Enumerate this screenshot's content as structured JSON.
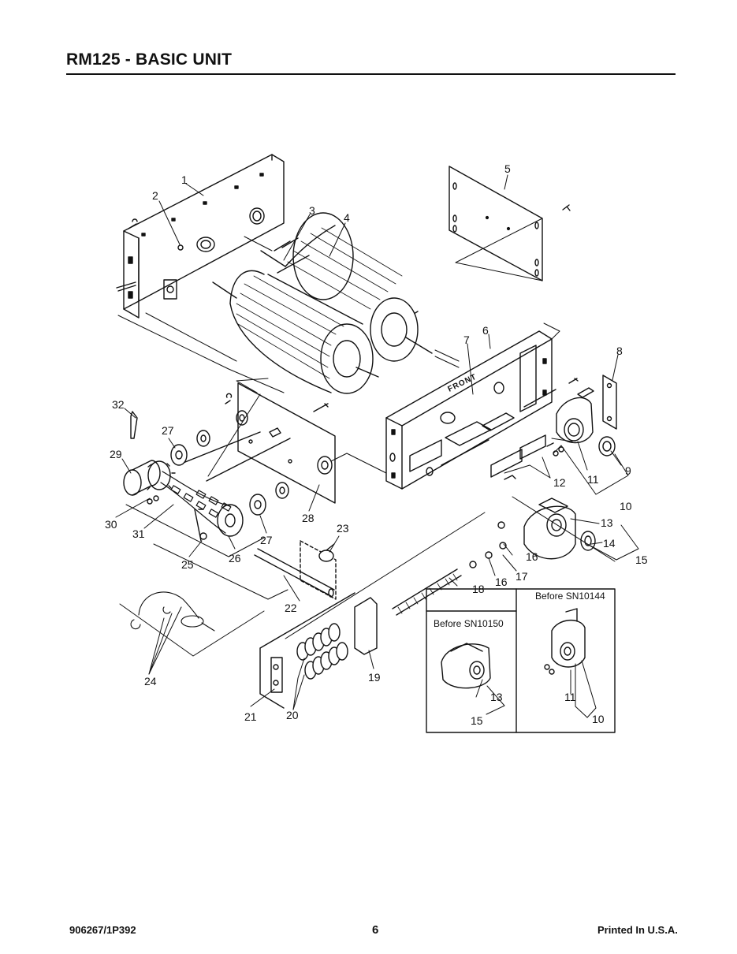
{
  "header": {
    "title": "RM125 - BASIC UNIT"
  },
  "footer": {
    "doc_number": "906267/1P392",
    "page_number": "6",
    "printed": "Printed In U.S.A."
  },
  "labels": {
    "front": "FRONT",
    "callouts": [
      "1",
      "2",
      "3",
      "4",
      "5",
      "6",
      "7",
      "8",
      "9",
      "10",
      "11",
      "12",
      "13",
      "14",
      "15",
      "16",
      "16",
      "17",
      "18",
      "19",
      "20",
      "21",
      "22",
      "23",
      "24",
      "25",
      "26",
      "27",
      "27",
      "28",
      "29",
      "30",
      "31",
      "32"
    ]
  },
  "insets": [
    {
      "title": "Before  SN10150",
      "callouts": [
        "13",
        "15"
      ]
    },
    {
      "title": "Before  SN10144",
      "callouts": [
        "11",
        "10"
      ]
    }
  ]
}
